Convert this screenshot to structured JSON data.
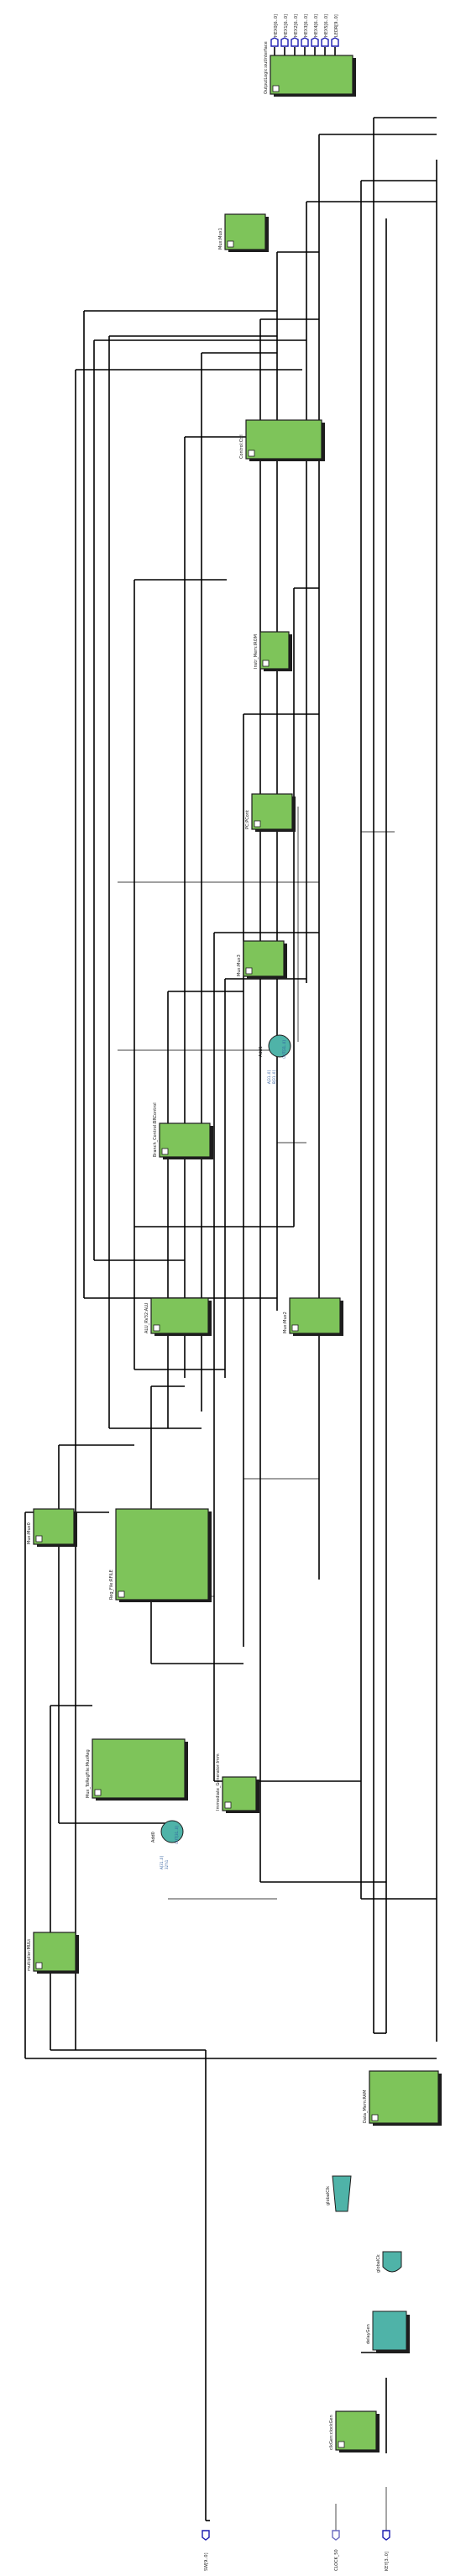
{
  "outputs": [
    "HEX0[6..0]",
    "HEX1[6..0]",
    "HEX2[6..0]",
    "HEX3[6..0]",
    "HEX4[6..0]",
    "HEX5[6..0]",
    "LEDR[9..0]"
  ],
  "inputs": {
    "sw": "SW[9..0]",
    "clock": "CLOCK_50",
    "key": "KEY[3..0]"
  },
  "blocks": [
    {
      "id": "output_logic",
      "title": "OutputLogic:outInterface"
    },
    {
      "id": "mux1",
      "title": "Mux:Mux1"
    },
    {
      "id": "control",
      "title": "Control:Ctrl"
    },
    {
      "id": "instr_mem",
      "title": "Instr_Mem:IROM"
    },
    {
      "id": "pc",
      "title": "PC:PCont"
    },
    {
      "id": "mux3",
      "title": "Mux:Mux3"
    },
    {
      "id": "branch",
      "title": "Branch_Control:BRControl"
    },
    {
      "id": "add1",
      "title": "Add1"
    },
    {
      "id": "alu",
      "title": "ALU_RV32:ALU"
    },
    {
      "id": "mux2",
      "title": "Mux:Mux2"
    },
    {
      "id": "mux0",
      "title": "Mux:Mux0"
    },
    {
      "id": "regfile",
      "title": "Reg_File:RFILE"
    },
    {
      "id": "mux_to_regfile",
      "title": "Mux_ToRegFile:MuxReg"
    },
    {
      "id": "imm_gen",
      "title": "Immediate_Generator:Imm"
    },
    {
      "id": "add0",
      "title": "Add0"
    },
    {
      "id": "mult",
      "title": "multiplier:MULt"
    },
    {
      "id": "data_mem",
      "title": "Data_Mem:RAM"
    },
    {
      "id": "global_clk",
      "title": "globalClk"
    },
    {
      "id": "delay_gen",
      "title": "delayGen"
    },
    {
      "id": "global_ck",
      "title": "globalCk"
    },
    {
      "id": "clock_gen",
      "title": "clkGen:clockGen"
    }
  ],
  "adders": {
    "a_label": "A[31..0]",
    "b_label": "B[31..0]",
    "out_label": "OUT[31..0]",
    "b_const": "32'h1"
  }
}
